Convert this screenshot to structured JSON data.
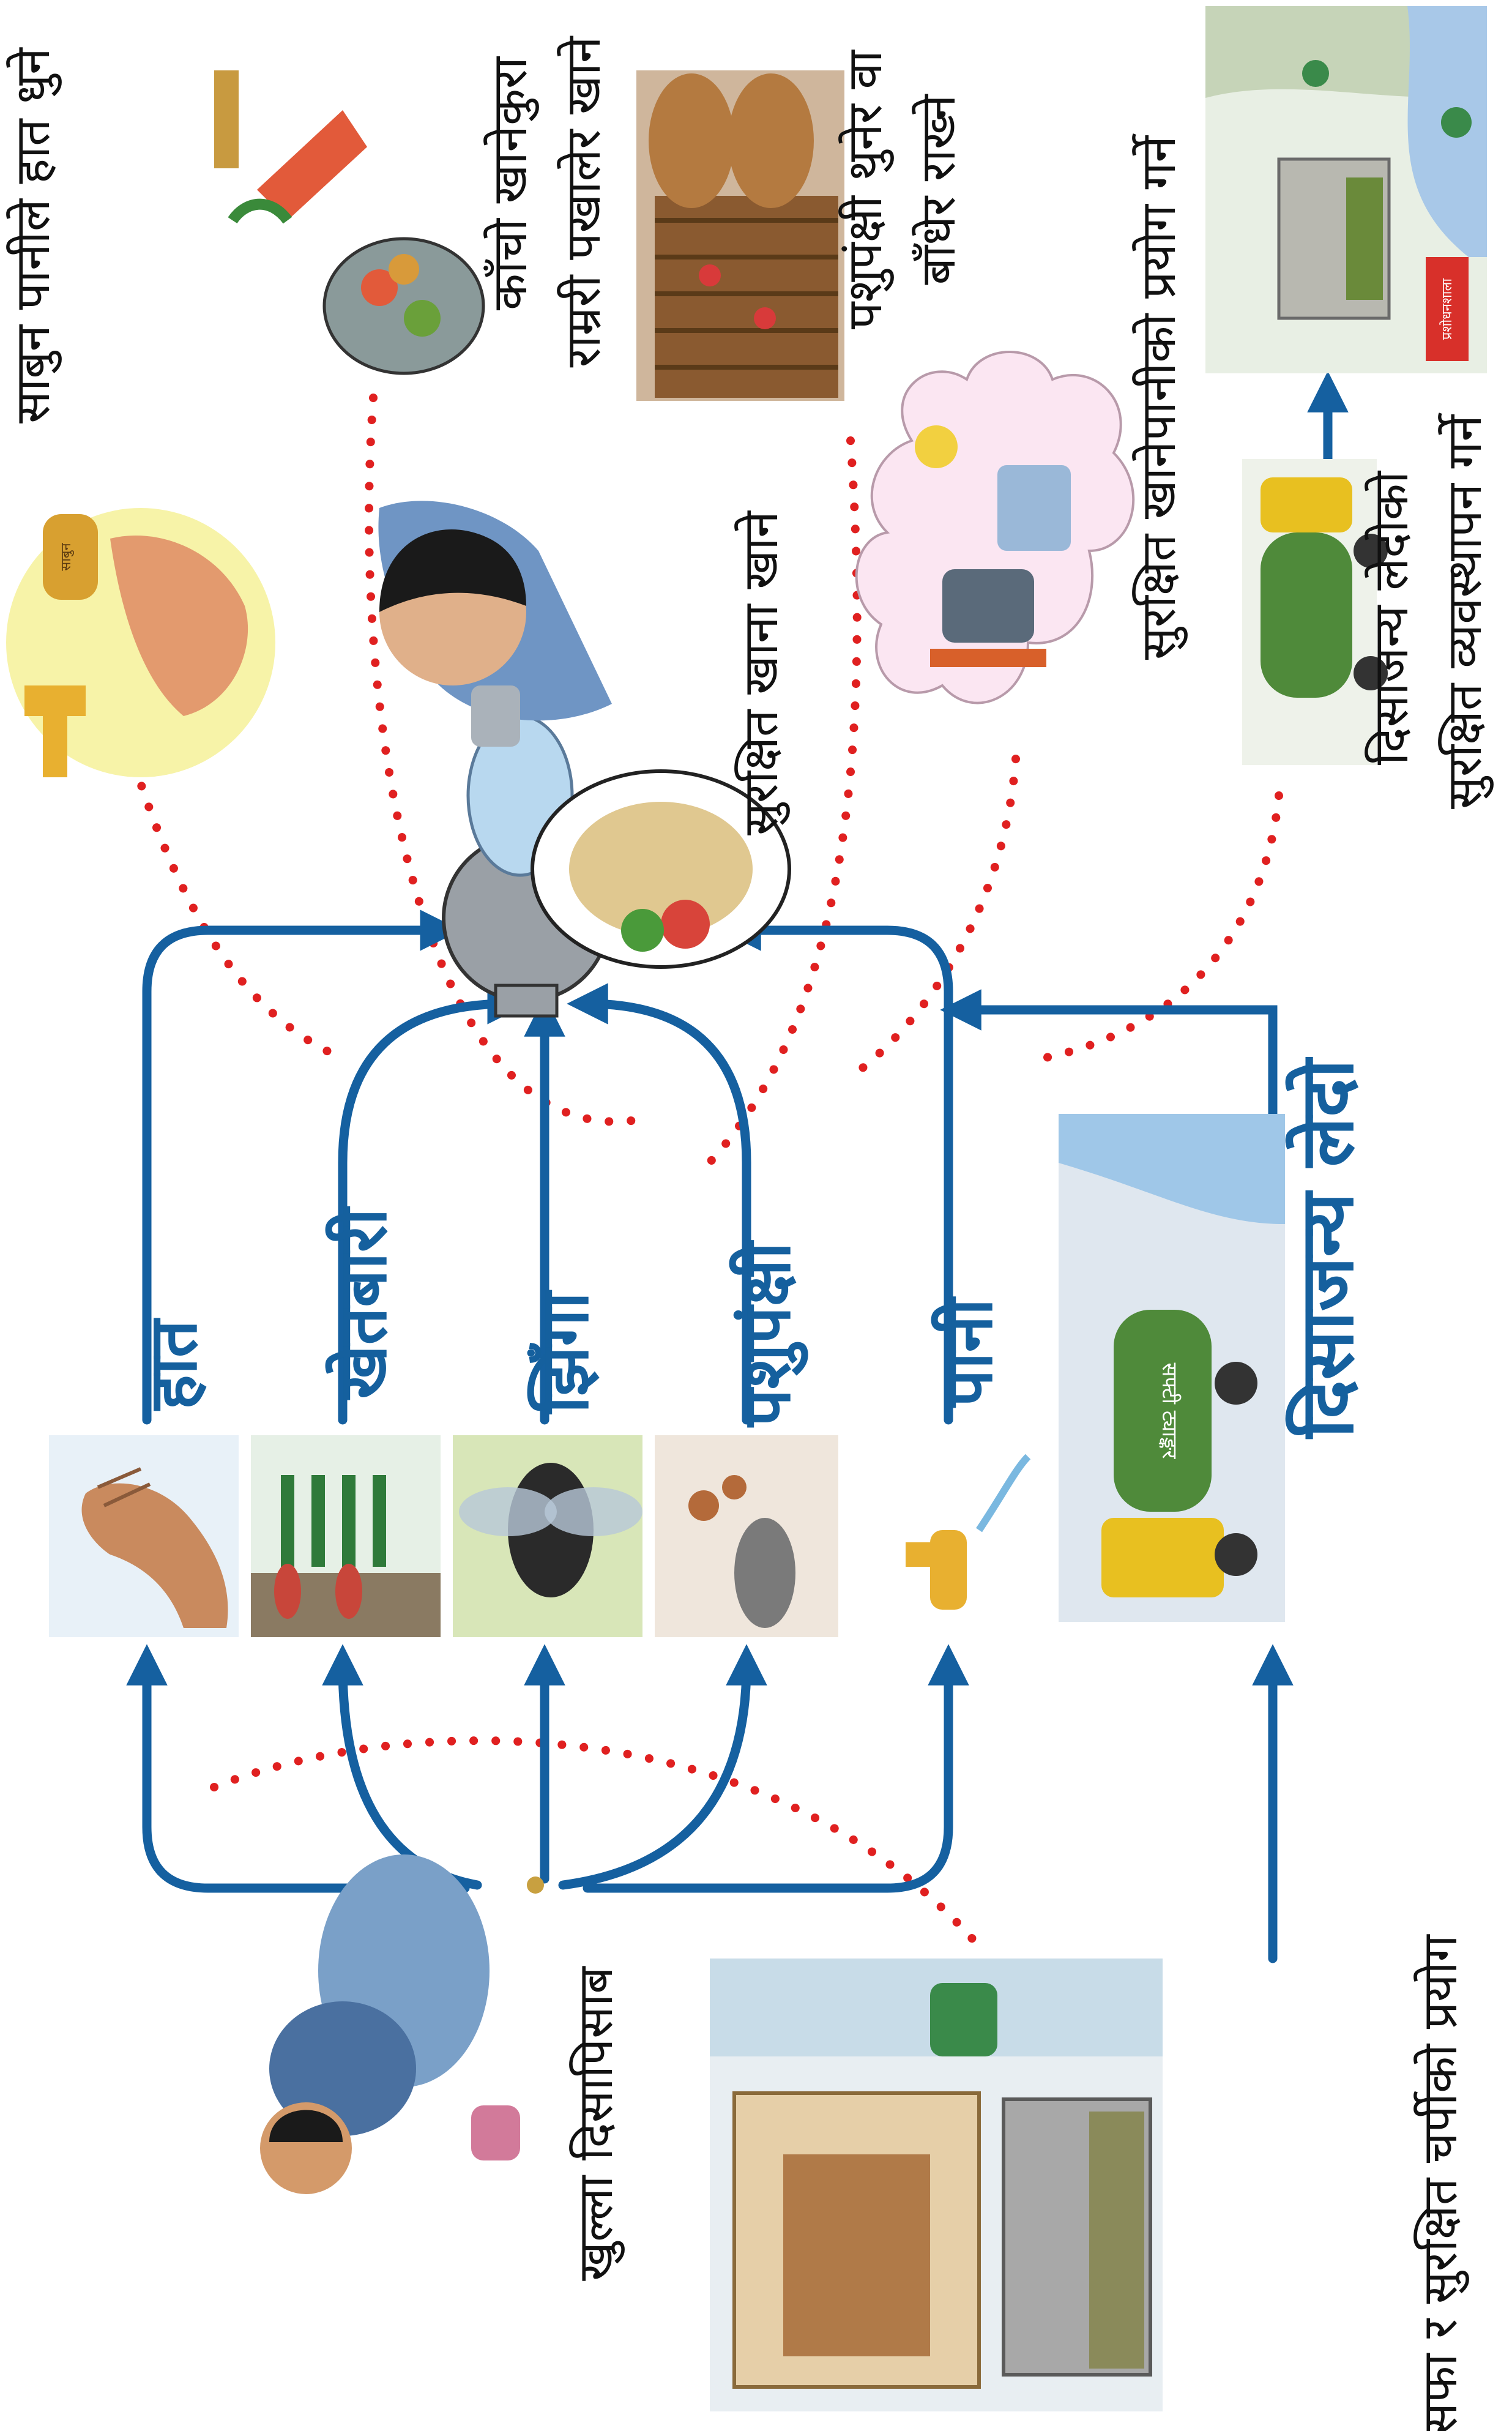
{
  "colors": {
    "flow_arrow": "#1560a0",
    "barrier_dots": "#e02020",
    "vector_label": "#15609e",
    "caption": "#111111",
    "hand_circle": "#f7f3a8",
    "cloud": "#fbe6f2"
  },
  "source": {
    "open_defecation_caption": "खुल्ला दिसापिसाब"
  },
  "vectors": {
    "hands": "हात",
    "fields": "खेतबारी",
    "flies": "झिँगा",
    "animals": "पशुपंक्षी",
    "water": "पानी",
    "sludge": "दिसाजन्य लेदो"
  },
  "barriers": {
    "toilet": "सफा र सुरक्षित चर्पीको प्रयोग",
    "handwash": "साबुन पानीले हात धुने",
    "vegetables_line1": "काँचो खानेकुरा",
    "vegetables_line2": "राम्ररी पखालेर खाने",
    "livestock_line1": "पशुपंक्षी थुनेर वा",
    "livestock_line2": "बाँधेर राख्ने",
    "safe_food": "सुरक्षित खाना खाने",
    "safe_water": "सुरक्षित खानेपानीको प्रयोग गर्ने",
    "sludge_mgmt_line1": "दिसाजन्य लेदोको",
    "sludge_mgmt_line2": "सुरक्षित व्यवस्थापन गर्ने"
  },
  "image_text": {
    "soap_label": "साबुन",
    "tanker_label": "सफ्टी ट्याङ्कर",
    "treatment_plant_sign": "प्रशोधनशाला"
  }
}
